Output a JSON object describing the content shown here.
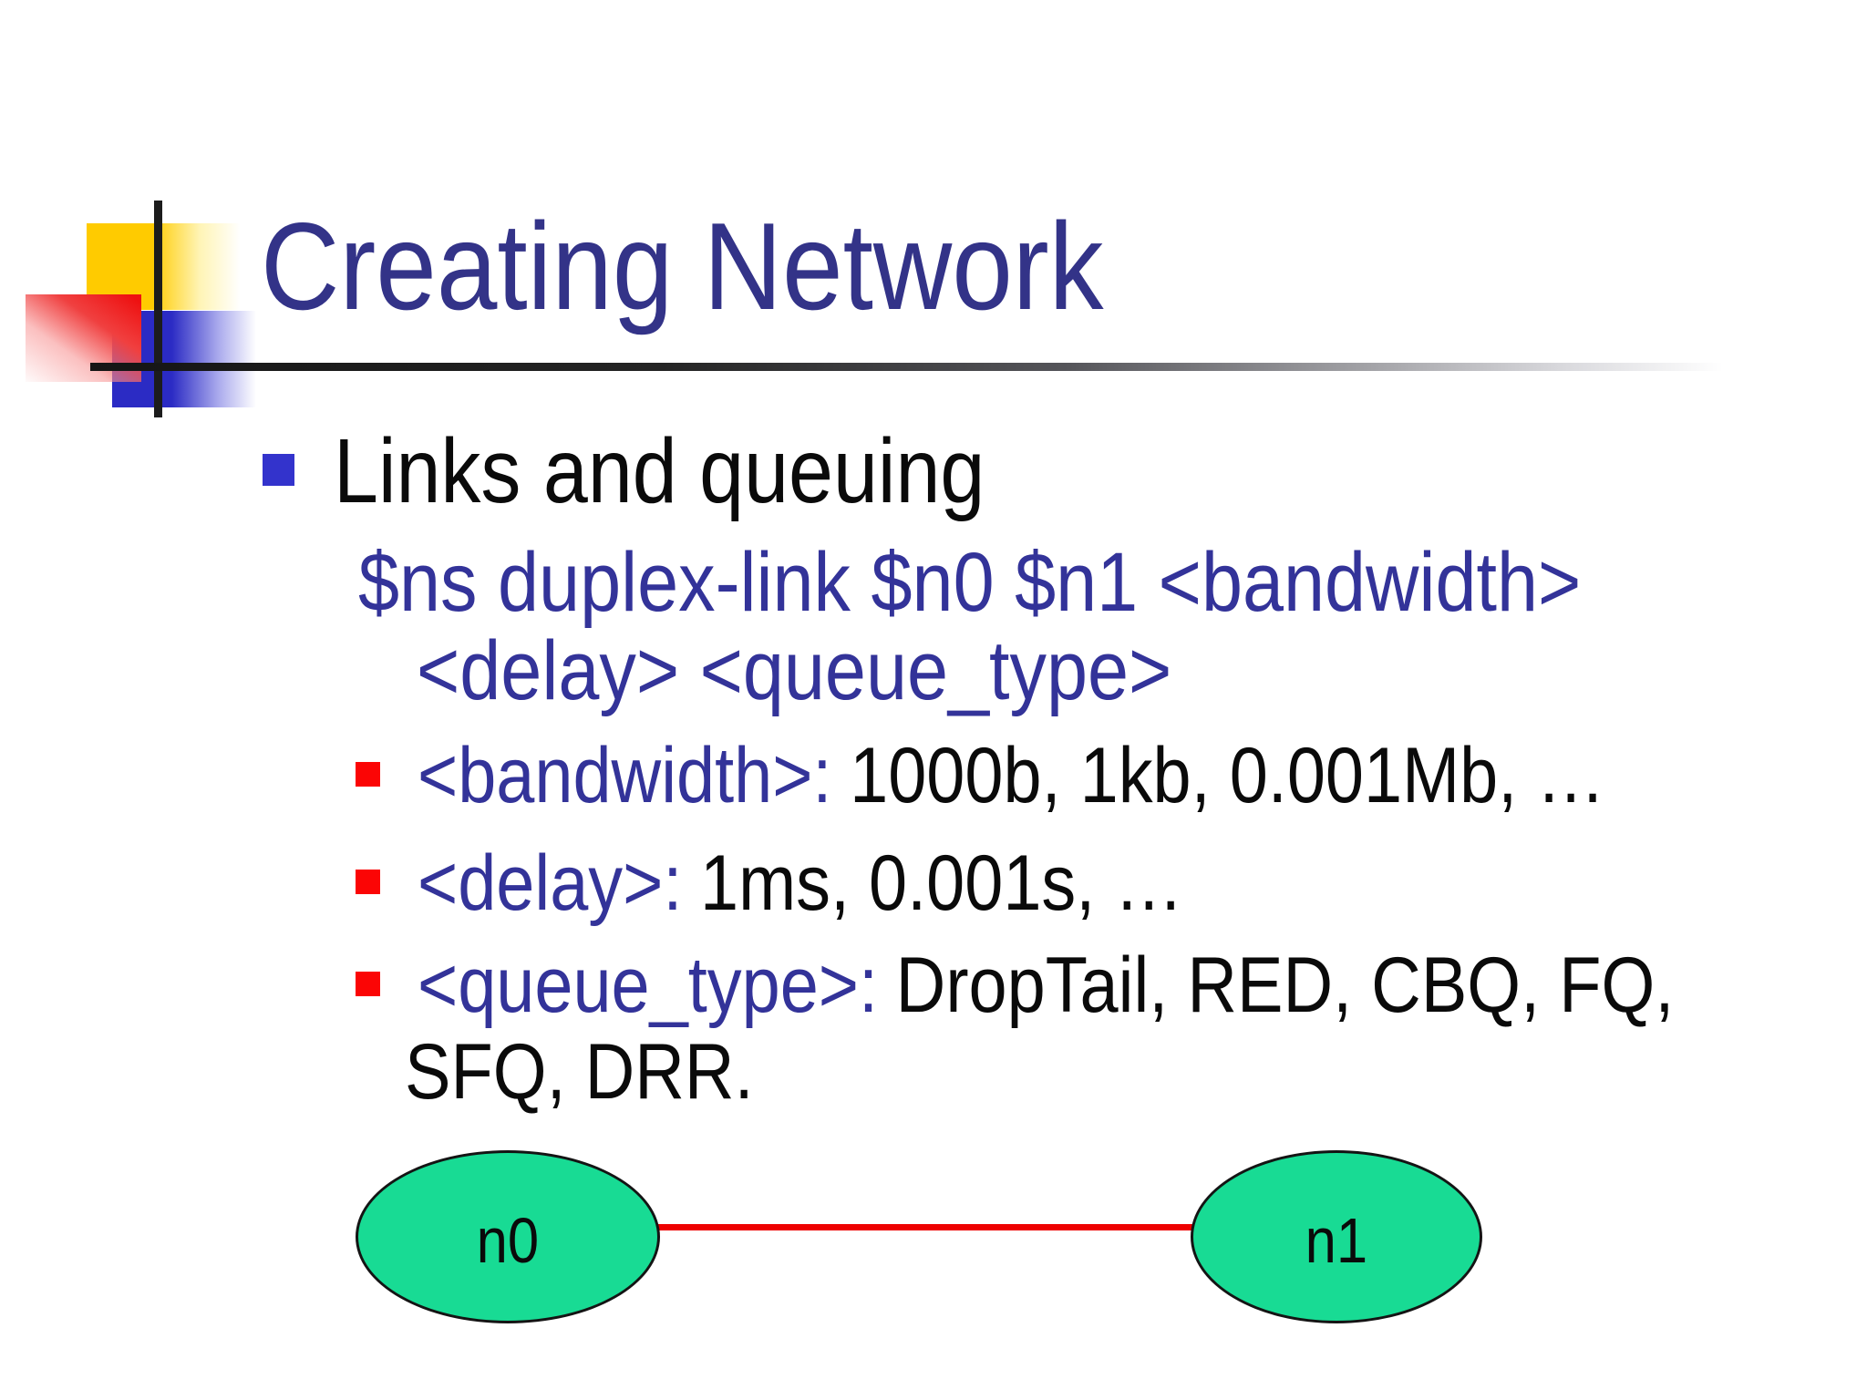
{
  "slide": {
    "title": "Creating Network"
  },
  "content": {
    "bullet1": "Links and queuing",
    "code": [
      "$ns duplex-link $n0 $n1 <bandwidth>",
      "<delay> <queue_type>"
    ],
    "params": [
      {
        "term": "<bandwidth>:",
        "values": "1000b, 1kb, 0.001Mb, …"
      },
      {
        "term": "<delay>:",
        "values": "1ms, 0.001s, …"
      },
      {
        "term": "<queue_type>:",
        "values": "DropTail, RED, CBQ, FQ,",
        "values_wrap": "SFQ, DRR."
      }
    ]
  },
  "diagram": {
    "nodes": [
      {
        "label": "n0"
      },
      {
        "label": "n1"
      }
    ]
  },
  "colors": {
    "title_blue": "#333388",
    "code_blue": "#333399",
    "bullet_blue": "#3333cc",
    "bullet_red": "#fb0505",
    "node_green": "#18db94",
    "link_red": "#ee0000",
    "text_black": "#0a0a0a"
  }
}
